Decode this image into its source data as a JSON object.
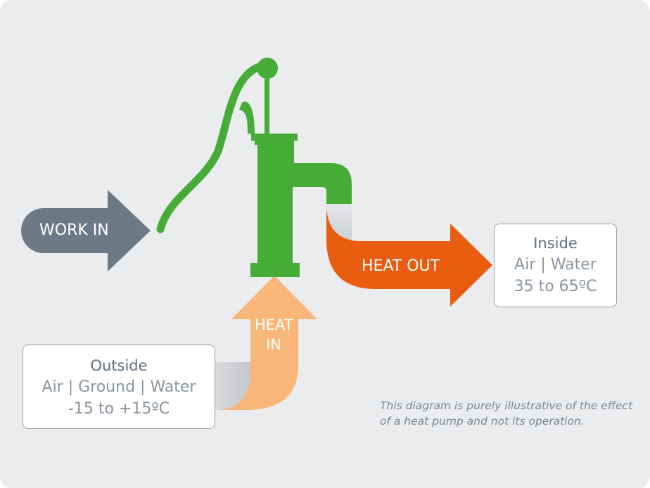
{
  "labels": {
    "work_in": "WORK IN",
    "heat_out": "HEAT OUT",
    "heat_in_line1": "HEAT",
    "heat_in_line2": "IN"
  },
  "inside": {
    "title": "Inside",
    "sources": "Air | Water",
    "range": "35 to 65ºC"
  },
  "outside": {
    "title": "Outside",
    "sources": "Air | Ground | Water",
    "range": "-15 to +15ºC"
  },
  "note": {
    "line1": "This diagram is purely illustrative of the effect",
    "line2": "of a heat pump and not its operation."
  },
  "colors": {
    "background": "#ebecee",
    "pump_green": "#45ac36",
    "work_arrow": "#6c7a88",
    "heat_out_arrow": "#e85d10",
    "heat_in_arrow": "#f8b778"
  },
  "icons": {
    "pump": "hand-water-pump-icon"
  }
}
